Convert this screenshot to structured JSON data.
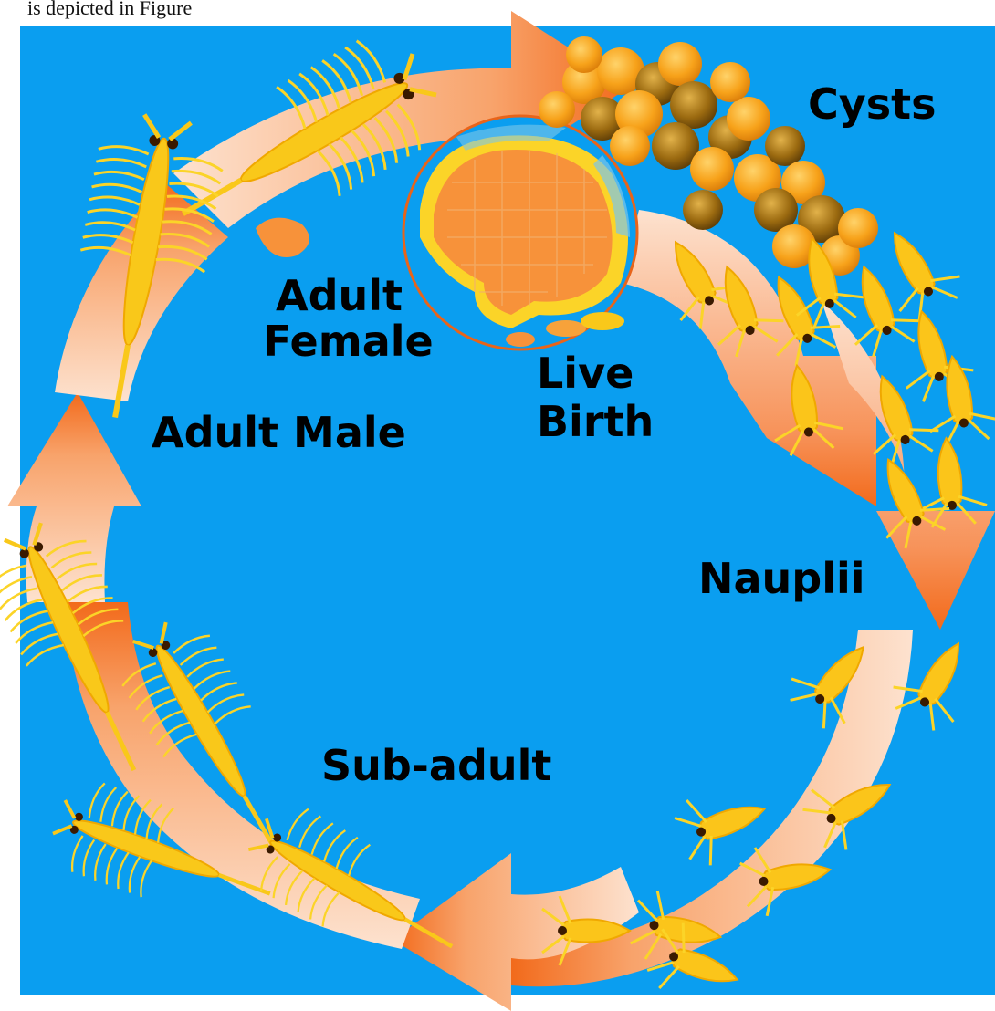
{
  "caption_top": "is depicted in Figure",
  "colors": {
    "background": "#0a9ef0",
    "arrow_dark": "#f26a1b",
    "arrow_light": "#fde2cf",
    "organism": "#f9c81a",
    "organism_edge": "#f0a800",
    "cyst": "#f7a21a",
    "cyst_dark": "#9b6a10",
    "embryo": "#f7923a",
    "text": "#000000"
  },
  "labels": {
    "cysts": "Cysts",
    "adult_female_line1": "Adult",
    "adult_female_line2": "Female",
    "live_birth_line1": "Live",
    "live_birth_line2": "Birth",
    "adult_male": "Adult Male",
    "nauplii": "Nauplii",
    "sub_adult": "Sub-adult"
  }
}
